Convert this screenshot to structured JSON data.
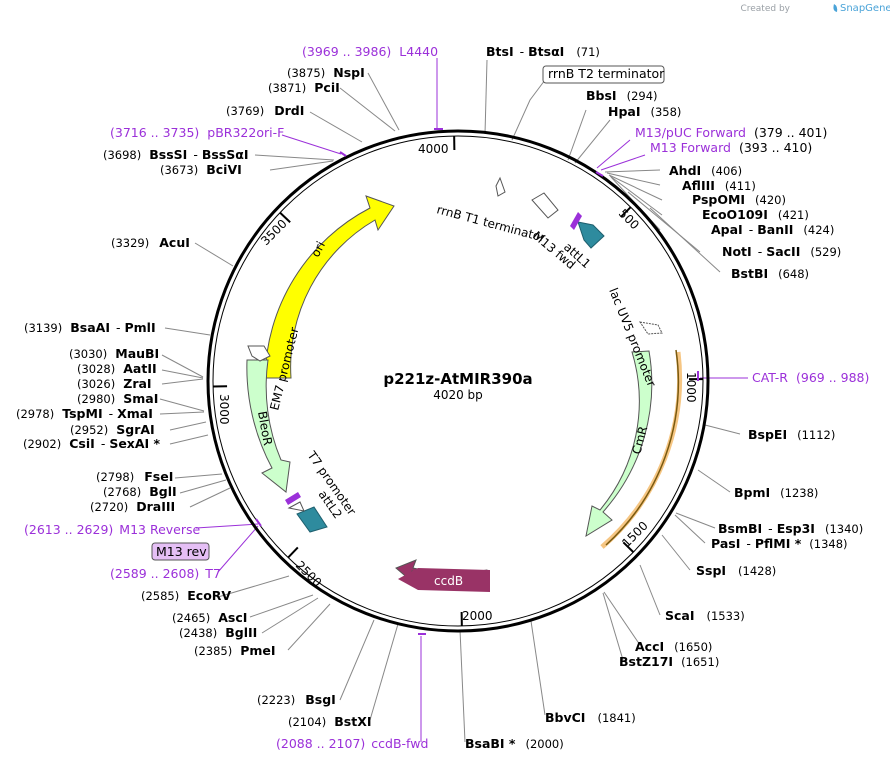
{
  "brand": {
    "created_by": "Created by",
    "name": "SnapGene",
    "logo_icon": "snapgene-leaf-icon"
  },
  "plasmid": {
    "name": "p221z-AtMIR390a",
    "length_label": "4020 bp",
    "total_bp": 4020
  },
  "ticks": [
    {
      "label": "500",
      "pos": 500
    },
    {
      "label": "1000",
      "pos": 1000
    },
    {
      "label": "1500",
      "pos": 1500
    },
    {
      "label": "2000",
      "pos": 2000
    },
    {
      "label": "2500",
      "pos": 2500
    },
    {
      "label": "3000",
      "pos": 3000
    },
    {
      "label": "3500",
      "pos": 3500
    },
    {
      "label": "4000",
      "pos": 4000
    }
  ],
  "features": [
    {
      "label": "ori",
      "start": 3230,
      "end": 3820,
      "dir": "cw",
      "color": "#ffff00",
      "track": "inner"
    },
    {
      "label": "BleoR",
      "start": 2680,
      "end": 3050,
      "dir": "ccw",
      "color": "#ccffcc",
      "track": "inner"
    },
    {
      "label": "CmR",
      "start": 1060,
      "end": 1480,
      "dir": "ccw",
      "color": "#ccffcc",
      "track": "inner"
    },
    {
      "label": "ccdB",
      "start": 2090,
      "end": 2390,
      "dir": "ccw",
      "color": "#993366",
      "track": "inner"
    }
  ],
  "cat_r_label": "CAT-R",
  "feature_labels": [
    {
      "label": "rrnB T1 terminator"
    },
    {
      "label": "M13 fwd"
    },
    {
      "label": "attL1"
    },
    {
      "label": "lac UV5 promoter"
    },
    {
      "label": "EM7 promoter"
    },
    {
      "label": "T7 promoter"
    },
    {
      "label": "attL2"
    },
    {
      "label": "rrnB T2 terminator"
    },
    {
      "label": "M13 rev"
    }
  ],
  "enzymes": [
    {
      "name": "BtsI",
      "name2": "BtsαI",
      "pos": "(71)"
    },
    {
      "name": "BbsI",
      "name2": "",
      "pos": "(294)"
    },
    {
      "name": "HpaI",
      "name2": "",
      "pos": "(358)"
    },
    {
      "name": "AhdI",
      "name2": "",
      "pos": "(406)"
    },
    {
      "name": "AflIII",
      "name2": "",
      "pos": "(411)"
    },
    {
      "name": "PspOMI",
      "name2": "",
      "pos": "(420)"
    },
    {
      "name": "EcoO109I",
      "name2": "",
      "pos": "(421)"
    },
    {
      "name": "ApaI",
      "name2": "BanII",
      "pos": "(424)"
    },
    {
      "name": "NotI",
      "name2": "SacII",
      "pos": "(529)"
    },
    {
      "name": "BstBI",
      "name2": "",
      "pos": "(648)"
    },
    {
      "name": "BspEI",
      "name2": "",
      "pos": "(1112)"
    },
    {
      "name": "BpmI",
      "name2": "",
      "pos": "(1238)"
    },
    {
      "name": "BsmBI",
      "name2": "Esp3I",
      "pos": "(1340)"
    },
    {
      "name": "PasI",
      "name2": "PflMI *",
      "pos": "(1348)"
    },
    {
      "name": "SspI",
      "name2": "",
      "pos": "(1428)"
    },
    {
      "name": "ScaI",
      "name2": "",
      "pos": "(1533)"
    },
    {
      "name": "AccI",
      "name2": "",
      "pos": "(1650)"
    },
    {
      "name": "BstZ17I",
      "name2": "",
      "pos": "(1651)"
    },
    {
      "name": "BbvCI",
      "name2": "",
      "pos": "(1841)"
    },
    {
      "name": "BsaBI *",
      "name2": "",
      "pos": "(2000)"
    },
    {
      "name": "BstXI",
      "name2": "",
      "pos": "(2104)"
    },
    {
      "name": "BsgI",
      "name2": "",
      "pos": "(2223)"
    },
    {
      "name": "PmeI",
      "name2": "",
      "pos": "(2385)"
    },
    {
      "name": "BglII",
      "name2": "",
      "pos": "(2438)"
    },
    {
      "name": "AscI",
      "name2": "",
      "pos": "(2465)"
    },
    {
      "name": "EcoRV",
      "name2": "",
      "pos": "(2585)"
    },
    {
      "name": "DraIII",
      "name2": "",
      "pos": "(2720)"
    },
    {
      "name": "BglI",
      "name2": "",
      "pos": "(2768)"
    },
    {
      "name": "FseI",
      "name2": "",
      "pos": "(2798)"
    },
    {
      "name": "CsiI",
      "name2": "SexAI *",
      "pos": "(2902)"
    },
    {
      "name": "SgrAI",
      "name2": "",
      "pos": "(2952)"
    },
    {
      "name": "TspMI",
      "name2": "XmaI",
      "pos": "(2978)"
    },
    {
      "name": "SmaI",
      "name2": "",
      "pos": "(2980)"
    },
    {
      "name": "ZraI",
      "name2": "",
      "pos": "(3026)"
    },
    {
      "name": "AatII",
      "name2": "",
      "pos": "(3028)"
    },
    {
      "name": "MauBI",
      "name2": "",
      "pos": "(3030)"
    },
    {
      "name": "BsaAI",
      "name2": "PmlI",
      "pos": "(3139)"
    },
    {
      "name": "AcuI",
      "name2": "",
      "pos": "(3329)"
    },
    {
      "name": "BciVI",
      "name2": "",
      "pos": "(3673)"
    },
    {
      "name": "BssSI",
      "name2": "BssSαI",
      "pos": "(3698)"
    },
    {
      "name": "DrdI",
      "name2": "",
      "pos": "(3769)"
    },
    {
      "name": "PciI",
      "name2": "",
      "pos": "(3871)"
    },
    {
      "name": "NspI",
      "name2": "",
      "pos": "(3875)"
    }
  ],
  "primers": [
    {
      "name": "L4440",
      "range": "(3969 .. 3986)"
    },
    {
      "name": "M13/pUC Forward",
      "range": "(379 .. 401)"
    },
    {
      "name": "M13 Forward",
      "range": "(393 .. 410)"
    },
    {
      "name": "CAT-R",
      "range": "(969 .. 988)"
    },
    {
      "name": "M13 Reverse",
      "range": "(2613 .. 2629)"
    },
    {
      "name": "T7",
      "range": "(2589 .. 2608)"
    },
    {
      "name": "ccdB-fwd",
      "range": "(2088 .. 2107)"
    },
    {
      "name": "pBR322ori-F",
      "range": "(3716 .. 3735)"
    }
  ],
  "colors": {
    "primer": "#9b30d9",
    "attL": "#2e8b9e",
    "cmr_highlight": "#f0a030",
    "backbone": "#000000"
  }
}
